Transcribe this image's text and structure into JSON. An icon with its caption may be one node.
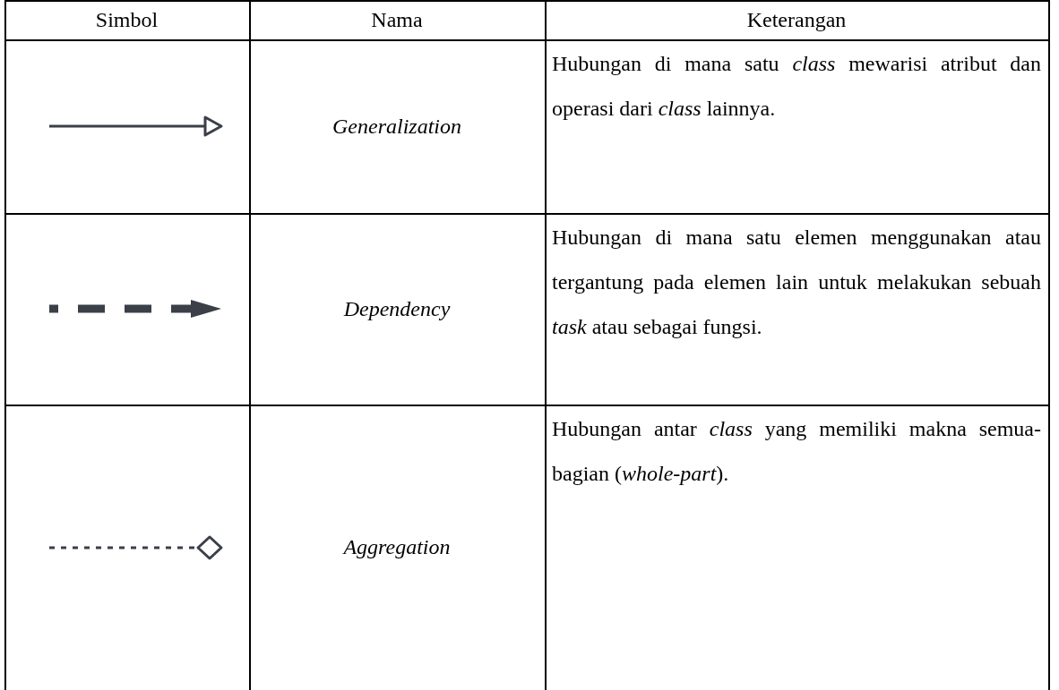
{
  "diagram": {
    "labels": [
      "Simbol",
      "Nama",
      "Keterangan",
      "Generalization",
      "Hubungan di mana satu *class* mewarisi atribut dan operasi dari *class* lainnya.",
      "Dependency",
      "Hubungan di mana satu elemen menggunakan atau tergantung pada elemen lain untuk melakukan sebuah *task* atau sebagai fungsi.",
      "Aggregation",
      "Hubungan antar *class* yang memiliki makna semua-bagian (*whole-part*)."
    ]
  }
}
